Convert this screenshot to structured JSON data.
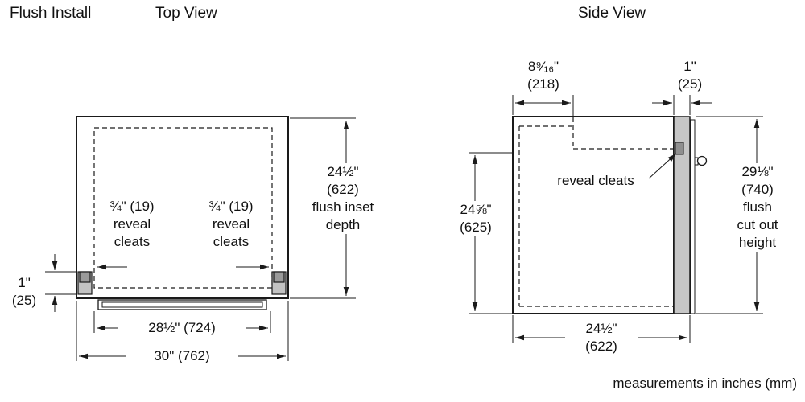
{
  "header": {
    "title": "Flush Install",
    "top_view": "Top View",
    "side_view": "Side View",
    "footer": "measurements in inches (mm)"
  },
  "top_view": {
    "flush_inset_depth": {
      "l1": "24½\"",
      "l2": "(622)",
      "l3": "flush inset",
      "l4": "depth"
    },
    "reveal_left": {
      "l1": "¾\" (19)",
      "l2": "reveal",
      "l3": "cleats"
    },
    "reveal_right": {
      "l1": "¾\" (19)",
      "l2": "reveal",
      "l3": "cleats"
    },
    "cleat_height": {
      "l1": "1\"",
      "l2": "(25)"
    },
    "inner_width": "28½\" (724)",
    "outer_width": "30\" (762)"
  },
  "side_view": {
    "top_depth": {
      "l1": "8⁹⁄₁₆\"",
      "l2": "(218)"
    },
    "door_thickness": {
      "l1": "1\"",
      "l2": "(25)"
    },
    "reveal_cleats": "reveal cleats",
    "left_height": {
      "l1": "24⅝\"",
      "l2": "(625)"
    },
    "cutout_height": {
      "l1": "29⅛\"",
      "l2": "(740)",
      "l3": "flush",
      "l4": "cut out",
      "l5": "height"
    },
    "bottom_depth": {
      "l1": "24½\"",
      "l2": "(622)"
    }
  }
}
